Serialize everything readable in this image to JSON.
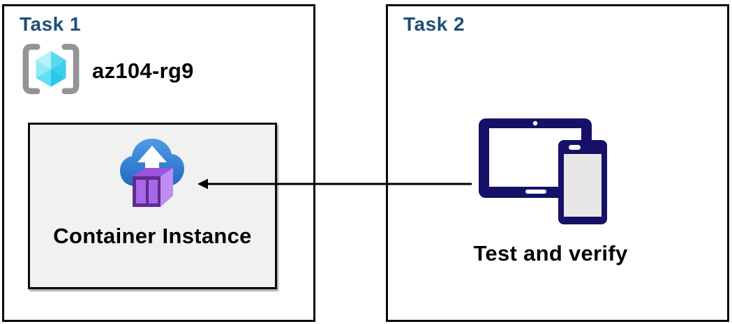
{
  "diagram": {
    "task1": {
      "title": "Task 1",
      "resource_group": {
        "name": "az104-rg9",
        "icon": "resource-group-icon"
      },
      "container_instance": {
        "label": "Container Instance",
        "icon": "container-instances-icon"
      }
    },
    "task2": {
      "title": "Task 2",
      "devices": {
        "label": "Test and verify",
        "icon": "devices-icon"
      }
    },
    "arrow": {
      "from": "devices",
      "to": "container-instance",
      "direction": "left"
    },
    "colors": {
      "title_blue": "#1F4E79",
      "border_black": "#0a0a0a",
      "inner_box_gray": "#F1F1F1",
      "device_navy": "#151168",
      "cloud_blue_top": "#4f9ce9",
      "cloud_blue_bottom": "#2166bd",
      "container_purple": "#a767e6",
      "container_purple_dark": "#5d2c90",
      "cube_cyan": "#50d7f0",
      "bracket_gray": "#949494",
      "arrow_black": "#000000"
    }
  }
}
